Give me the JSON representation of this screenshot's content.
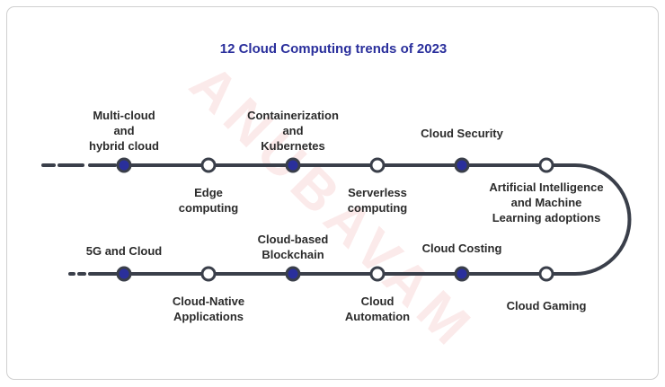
{
  "title": "12 Cloud Computing trends of 2023",
  "watermark": "ANUBAVAM",
  "colors": {
    "title": "#2a2f9c",
    "line": "#3a3f4a",
    "dot_fill": "#2a2f9c",
    "text": "#2b2b2b"
  },
  "trends": [
    {
      "label": "Multi-cloud\nand\nhybrid cloud"
    },
    {
      "label": "Edge\ncomputing"
    },
    {
      "label": "Containerization\nand\nKubernetes"
    },
    {
      "label": "Serverless\ncomputing"
    },
    {
      "label": "Cloud Security"
    },
    {
      "label": "Artificial Intelligence\nand Machine\nLearning adoptions"
    },
    {
      "label": "5G and Cloud"
    },
    {
      "label": "Cloud-Native\nApplications"
    },
    {
      "label": "Cloud-based\nBlockchain"
    },
    {
      "label": "Cloud\nAutomation"
    },
    {
      "label": "Cloud Costing"
    },
    {
      "label": "Cloud Gaming"
    }
  ]
}
